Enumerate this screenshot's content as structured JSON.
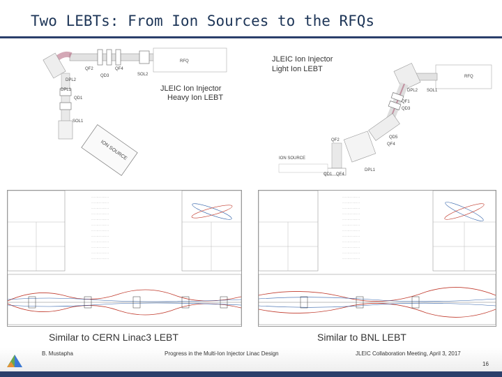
{
  "slide": {
    "title": "Two LEBTs: From Ion Sources to the RFQs",
    "page_number": "16"
  },
  "heavy_lebt": {
    "title_line1": "JLEIC Ion Injector",
    "title_line2": "Heavy Ion LEBT",
    "labels": {
      "rfq": "RFQ",
      "qf2": "QF2",
      "qf4": "QF4",
      "qd3": "QD3",
      "sol2": "SOL2",
      "dpl2": "DPL2",
      "dpl1": "DPL1",
      "qd1": "QD1",
      "sol1": "SOL1",
      "ion_source": "ION SOURCE"
    }
  },
  "light_lebt": {
    "title_line1": "JLEIC Ion Injector",
    "title_line2": "Light Ion LEBT",
    "labels": {
      "rfq": "RFQ",
      "dpl2": "DPL2",
      "sol1": "SOL1",
      "qf1": "QF1",
      "qd3": "QD3",
      "qd5": "QD5",
      "qf4": "QF4",
      "qf2": "QF2",
      "ion_source": "ION SOURCE",
      "qd1": "QD1",
      "qf4b": "QF4",
      "dpl1": "DPL1"
    }
  },
  "captions": {
    "left": "Similar to CERN Linac3 LEBT",
    "right": "Similar to BNL LEBT"
  },
  "footer": {
    "author": "B. Mustapha",
    "talk": "Progress in the Multi-Ion Injector Linac Design",
    "meeting": "JLEIC Collaboration Meeting, April 3, 2017"
  },
  "colors": {
    "title": "#1d3557",
    "rule": "#2b3f6b",
    "envelope_x": "#c0392b",
    "envelope_y": "#2e5fa8"
  },
  "icons": {
    "logo": "argonne-logo-icon"
  }
}
